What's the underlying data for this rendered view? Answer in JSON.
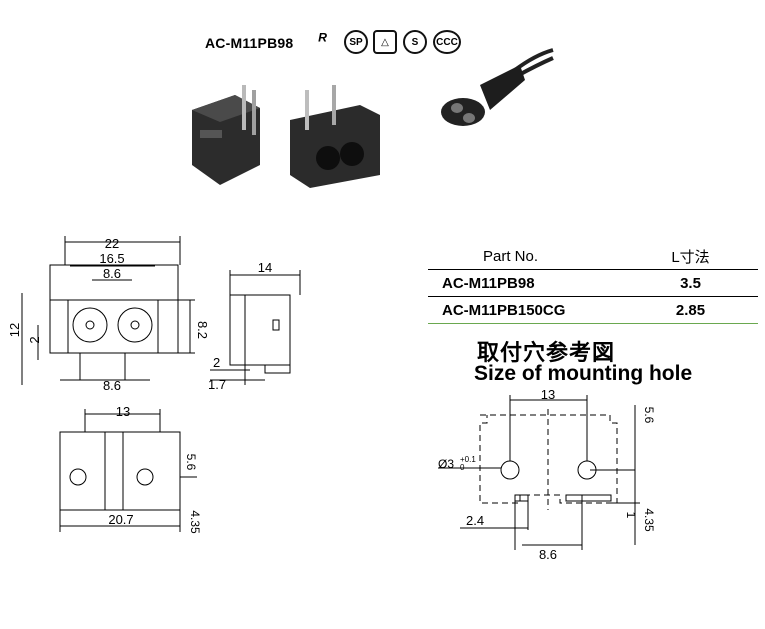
{
  "header": {
    "model": "AC-M11PB98",
    "certifications": [
      "ul-mark-icon",
      "csa-mark-icon",
      "pse-mark-icon",
      "s-mark-icon",
      "ccc-mark-icon"
    ]
  },
  "table": {
    "headers": [
      "Part No.",
      "L寸法"
    ],
    "rows": [
      [
        "AC-M11PB98",
        "3.5"
      ],
      [
        "AC-M11PB150CG",
        "2.85"
      ]
    ]
  },
  "mounting": {
    "title_cn": "取付穴参考図",
    "title_en": "Size of mounting hole"
  },
  "front_view": {
    "dims": [
      "22",
      "16.5",
      "8.6",
      "12",
      "2",
      "8.2",
      "8.6"
    ]
  },
  "side_view": {
    "dims": [
      "14",
      "2",
      "1.7"
    ]
  },
  "bottom_view": {
    "dims": [
      "13",
      "5.6",
      "20.7",
      "4.35"
    ]
  },
  "hole_view": {
    "dims": [
      "13",
      "5.6",
      "Ø3",
      "+0.1",
      "0",
      "2.4",
      "1",
      "4.35",
      "8.6"
    ]
  }
}
